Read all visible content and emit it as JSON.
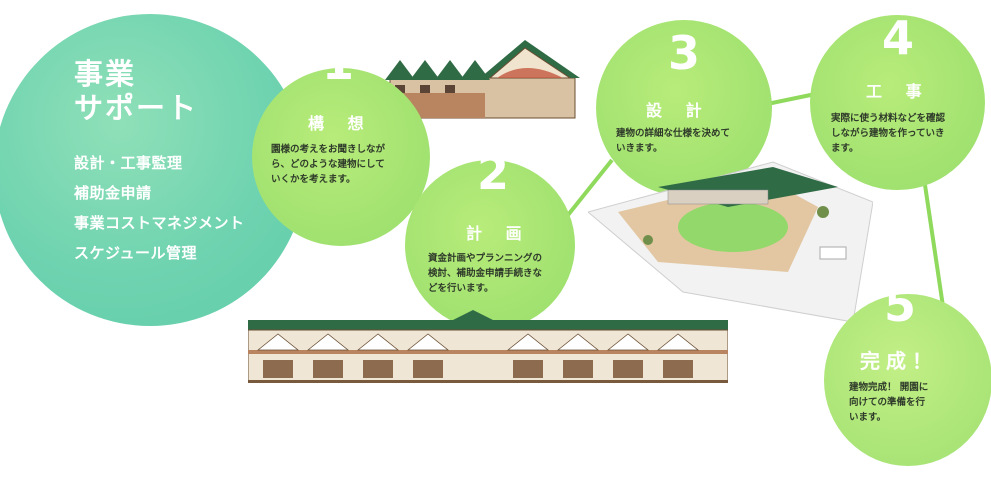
{
  "intro": {
    "headline": [
      "事業",
      "サポート"
    ],
    "items": [
      "設計・工事監理",
      "補助金申請",
      "事業コストマネジメント",
      "スケジュール管理"
    ]
  },
  "steps": [
    {
      "number": "1",
      "title": "構 想",
      "desc": [
        "園様の考えをお聞きしなが",
        "ら、どのような建物にして",
        "いくかを考えます。"
      ]
    },
    {
      "number": "2",
      "title": "計 画",
      "desc": [
        "資金計画やプランニングの",
        "検討、補助金申請手続きな",
        "どを行います。"
      ]
    },
    {
      "number": "3",
      "title": "設 計",
      "desc": [
        "建物の詳細な仕様を決めて",
        "いきます。"
      ]
    },
    {
      "number": "4",
      "title": "工 事",
      "desc": [
        "実際に使う材料などを確認",
        "しながら建物を作っていき",
        "ます。"
      ]
    },
    {
      "number": "5",
      "title": "完成！",
      "desc": [
        "建物完成！ 開園に",
        "向けての準備を行",
        "います。"
      ]
    }
  ],
  "colors": {
    "main_circle": "#6fd3b0",
    "step_circle": "#a4e26f",
    "connector": "#8fd95c",
    "roof": "#2f6b45"
  }
}
